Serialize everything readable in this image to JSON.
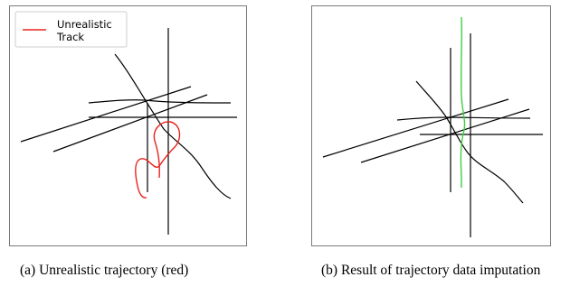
{
  "panel_a": {
    "caption": "(a) Unrealistic trajectory (red)",
    "legend_label": "Unrealistic\nTrack",
    "colors": {
      "roads": "#000000",
      "unrealistic_track": "#e8231c",
      "frame": "#7a7a7a"
    }
  },
  "panel_b": {
    "caption": "(b) Result of trajectory data imputation",
    "colors": {
      "roads": "#000000",
      "imputed_track": "#3fcf3f",
      "frame": "#7a7a7a"
    }
  }
}
